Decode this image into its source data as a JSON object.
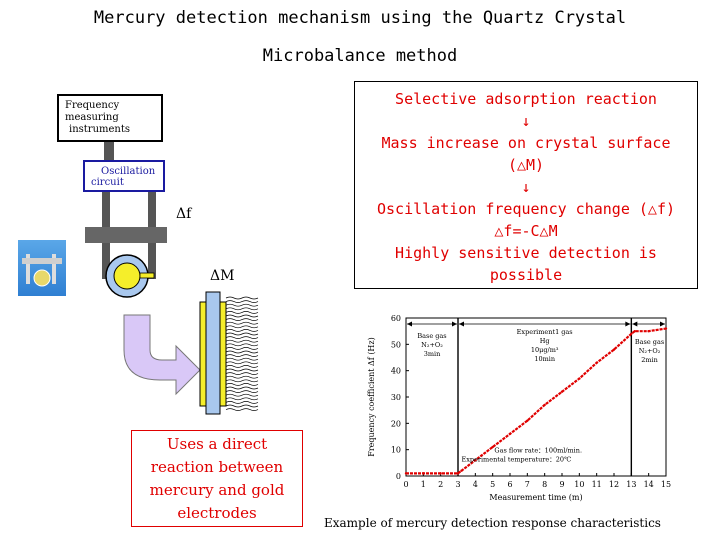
{
  "title": {
    "line1": "Mercury detection mechanism using the Quartz Crystal",
    "line2": "Microbalance method"
  },
  "diagram": {
    "frequency_box": [
      "Frequency measuring",
      "instruments"
    ],
    "oscillation_box": [
      "Oscillation",
      "circuit"
    ],
    "delta_f_label": "Δf",
    "delta_m_label": "ΔM"
  },
  "process_box": {
    "lines": [
      "Selective adsorption reaction",
      "↓",
      "Mass increase on crystal surface",
      "(△M)",
      "↓",
      "Oscillation frequency change (△f)",
      "△f=-C△M",
      "Highly sensitive detection is",
      "possible"
    ]
  },
  "gold_box": {
    "lines": [
      "Uses a direct",
      "reaction between",
      "mercury and gold",
      "electrodes"
    ]
  },
  "caption": "Example of mercury detection response characteristics",
  "colors": {
    "red": "#e00000",
    "blue_box": "#1a1aa0",
    "crystal_blue": "#a9c8ee",
    "gold": "#f5ee2a",
    "arrow_fill": "#d9c8f7"
  },
  "chart_data": {
    "type": "line",
    "title": "",
    "xlabel": "Measurement time (m)",
    "ylabel": "Frequency coefficient  Δf (Hz)",
    "xlim": [
      0,
      15
    ],
    "ylim": [
      0,
      60
    ],
    "xticks": [
      0,
      1,
      2,
      3,
      4,
      5,
      6,
      7,
      8,
      9,
      10,
      11,
      12,
      13,
      14,
      15
    ],
    "yticks": [
      0,
      10,
      20,
      30,
      40,
      50,
      60
    ],
    "series": [
      {
        "x": [
          0,
          1,
          2,
          3,
          3.2,
          4,
          5,
          6,
          7,
          8,
          9,
          10,
          11,
          12,
          13,
          13.2,
          14,
          15
        ],
        "y": [
          1,
          1,
          1,
          1,
          2,
          6,
          11,
          16,
          21,
          27,
          32,
          37,
          43,
          48,
          54,
          55,
          55,
          56
        ]
      }
    ],
    "phase_lines_x": [
      3,
      13
    ],
    "annotations": {
      "phase1": [
        "Base gas",
        "N₂+O₂",
        "3min"
      ],
      "phase2": [
        "Experiment1 gas",
        "Hg",
        "10μg/m³",
        "10min"
      ],
      "phase3": [
        "Base gas",
        "N₂+O₂",
        "2min"
      ],
      "note1": "Gas flow rate：100ml/min.",
      "note2": "Experimental temperature：20℃"
    }
  }
}
